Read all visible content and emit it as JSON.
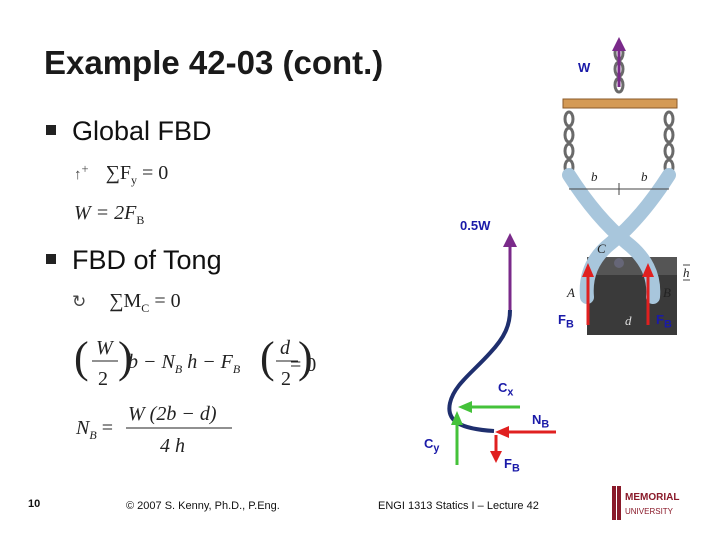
{
  "slide": {
    "title": "Example 42-03 (cont.)",
    "bullets": [
      "Global FBD",
      "FBD of Tong"
    ],
    "page_number": "10",
    "copyright": "© 2007 S. Kenny, Ph.D., P.Eng.",
    "course": "ENGI 1313 Statics I – Lecture 42",
    "logo_line1": "MEMORIAL",
    "logo_line2": "UNIVERSITY"
  },
  "equations": {
    "sum_fy": "∑F",
    "sum_fy_sub": "y",
    "sum_fy_rhs": " = 0",
    "w_eq": "W = 2F",
    "w_eq_sub": "B",
    "sum_mc": "∑M",
    "sum_mc_sub": "C",
    "sum_mc_rhs": " = 0",
    "moment_mid": "b − N",
    "moment_nb_sub": "B",
    "moment_h": " h − F",
    "moment_fb_sub": "B",
    "moment_rhs": " = 0",
    "frac_w_num": "W",
    "frac_den": "2",
    "frac_d_num": "d",
    "nb_lhs": "N",
    "nb_lhs_sub": "B",
    "nb_eq": " = ",
    "nb_num": "W (2b − d)",
    "nb_den": "4 h"
  },
  "fbd": {
    "w_label": "W",
    "half_w_label": "0.5W",
    "fb_label": "F",
    "fb_sub": "B",
    "cx_label": "C",
    "cx_sub": "x",
    "cy_label": "C",
    "cy_sub": "y",
    "nb_label": "N",
    "nb_sub": "B",
    "fb_right_label": "F",
    "fb_right_sub": "B"
  },
  "figure": {
    "b_left": "b",
    "b_right": "b",
    "c": "C",
    "h": "h",
    "a": "A",
    "bb": "B",
    "d": "d"
  },
  "colors": {
    "purple": "#7a2a8a",
    "green": "#44c23a",
    "red": "#e02020",
    "navy": "#1f2f6e",
    "tong": "#a8c6dc"
  }
}
